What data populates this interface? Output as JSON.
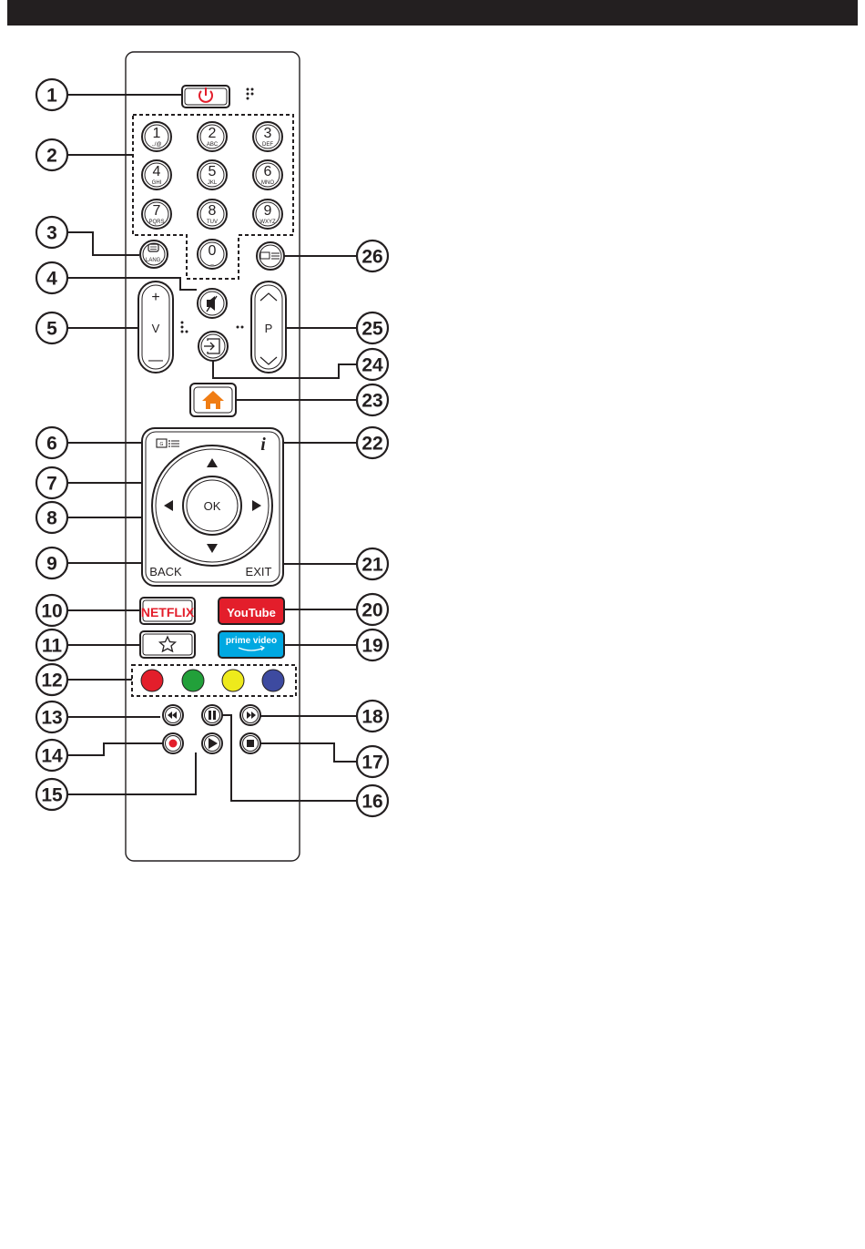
{
  "header_bar_color": "#231f20",
  "remote": {
    "callouts": [
      "1",
      "2",
      "3",
      "4",
      "5",
      "6",
      "7",
      "8",
      "9",
      "10",
      "11",
      "12",
      "13",
      "14",
      "15",
      "16",
      "17",
      "18",
      "19",
      "20",
      "21",
      "22",
      "23",
      "24",
      "25",
      "26"
    ],
    "power_icon": "power-icon",
    "digits": [
      {
        "num": "1",
        "sub": ".,/@"
      },
      {
        "num": "2",
        "sub": "ABC"
      },
      {
        "num": "3",
        "sub": "DEF"
      },
      {
        "num": "4",
        "sub": "GHI"
      },
      {
        "num": "5",
        "sub": "JKL"
      },
      {
        "num": "6",
        "sub": "MNO"
      },
      {
        "num": "7",
        "sub": "PQRS"
      },
      {
        "num": "8",
        "sub": "TUV"
      },
      {
        "num": "9",
        "sub": "WXYZ"
      },
      {
        "num": "0",
        "sub": "_"
      }
    ],
    "lang_label": "LANG.",
    "volume_label": "V",
    "volume_plus": "+",
    "volume_minus": "—",
    "program_label": "P",
    "ok_label": "OK",
    "back_label": "BACK",
    "exit_label": "EXIT",
    "info_label": "i",
    "netflix_label": "NETFLIX",
    "youtube_label": "YouTube",
    "prime_label": "prime video",
    "colors": {
      "power": "#e31e2b",
      "home": "#f07d14",
      "netflix": "#e31e2b",
      "youtube": "#e31e2b",
      "prime": "#00a8e1",
      "red": "#e31e2b",
      "green": "#22a03a",
      "yellow": "#eeea1c",
      "blue": "#3d4aa0",
      "record": "#e31e2b"
    },
    "icons": [
      "power-icon",
      "mute-icon",
      "source-icon",
      "home-icon",
      "guide-icon",
      "info-icon",
      "subtitle-icon",
      "star-icon",
      "rewind-icon",
      "pause-icon",
      "fast-forward-icon",
      "record-icon",
      "play-icon",
      "stop-icon",
      "arrow-up-icon",
      "arrow-down-icon",
      "arrow-left-icon",
      "arrow-right-icon"
    ]
  }
}
